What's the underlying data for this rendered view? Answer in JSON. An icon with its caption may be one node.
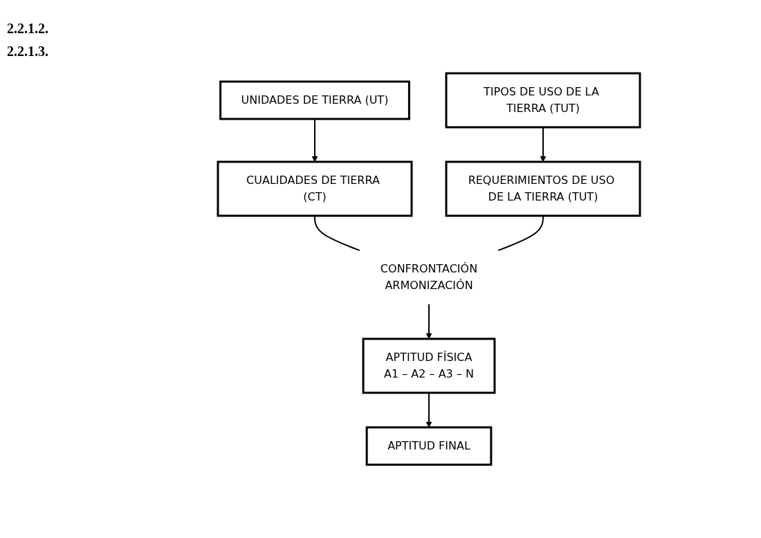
{
  "diagram": {
    "nodes": [
      {
        "text": [
          "UNIDADES DE TIERRA (UT)"
        ]
      },
      {
        "text": [
          "TIPOS DE USO DE LA TIERRA (TUT)"
        ]
      },
      {
        "text": [
          "CUALIDADES DE TIERRA (CT)"
        ]
      },
      {
        "text": [
          "REQUERIMIENTOS DE USO DE LA TIERRA (TUT)"
        ]
      },
      {
        "text": [
          "CONFRONTACIÓN",
          "ARMONIZACIÓN"
        ]
      },
      {
        "text": [
          "APTITUD FÍSICA",
          "A1 – A2 – A3 – N"
        ]
      },
      {
        "text": [
          "APTITUD FINAL"
        ]
      }
    ],
    "edges": [
      {
        "from": 0,
        "to": 2,
        "arrow": "to"
      },
      {
        "from": 1,
        "to": 3,
        "arrow": "to"
      },
      {
        "from": 2,
        "to": 4,
        "arrow": "none"
      },
      {
        "from": 3,
        "to": 4,
        "arrow": "none"
      },
      {
        "from": 4,
        "to": 5,
        "arrow": "to"
      },
      {
        "from": 5,
        "to": 6,
        "arrow": "to"
      }
    ],
    "labels": [
      "2.2.1.2.",
      "2.2.1.3."
    ]
  }
}
